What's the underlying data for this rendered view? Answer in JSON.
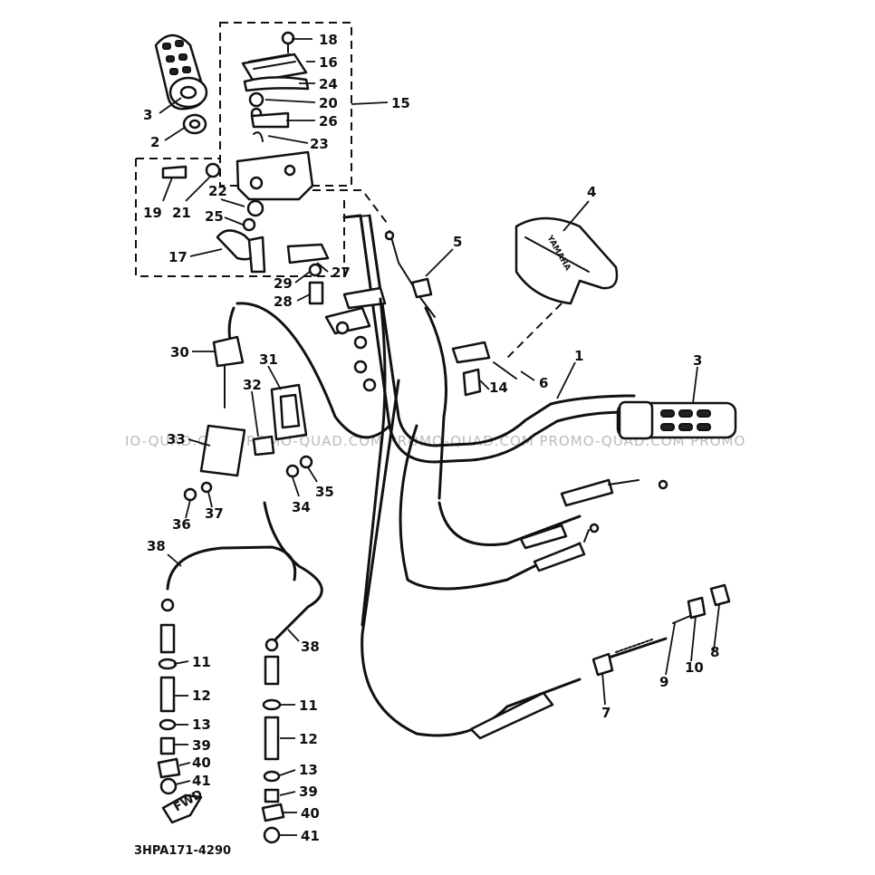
{
  "diagram": {
    "code": "3HPA171-4290",
    "watermark": "IO-QUAD.COM   PROMO-QUAD.COM   PROMO-QUAD.COM   PROMO-QUAD.COM   PROMO",
    "grip_brand": "YAMAHA",
    "fwd_label": "FWD",
    "callouts": [
      {
        "id": "c18",
        "text": "18"
      },
      {
        "id": "c16",
        "text": "16"
      },
      {
        "id": "c24",
        "text": "24"
      },
      {
        "id": "c20",
        "text": "20"
      },
      {
        "id": "c26",
        "text": "26"
      },
      {
        "id": "c23",
        "text": "23"
      },
      {
        "id": "c15",
        "text": "15"
      },
      {
        "id": "c3a",
        "text": "3"
      },
      {
        "id": "c2",
        "text": "2"
      },
      {
        "id": "c19",
        "text": "19"
      },
      {
        "id": "c21",
        "text": "21"
      },
      {
        "id": "c22",
        "text": "22"
      },
      {
        "id": "c25",
        "text": "25"
      },
      {
        "id": "c17",
        "text": "17"
      },
      {
        "id": "c29",
        "text": "29"
      },
      {
        "id": "c27",
        "text": "27"
      },
      {
        "id": "c28",
        "text": "28"
      },
      {
        "id": "c4",
        "text": "4"
      },
      {
        "id": "c5",
        "text": "5"
      },
      {
        "id": "c30",
        "text": "30"
      },
      {
        "id": "c31",
        "text": "31"
      },
      {
        "id": "c32",
        "text": "32"
      },
      {
        "id": "c33",
        "text": "33"
      },
      {
        "id": "c34",
        "text": "34"
      },
      {
        "id": "c35",
        "text": "35"
      },
      {
        "id": "c36",
        "text": "36"
      },
      {
        "id": "c37",
        "text": "37"
      },
      {
        "id": "c1",
        "text": "1"
      },
      {
        "id": "c3b",
        "text": "3"
      },
      {
        "id": "c14",
        "text": "14"
      },
      {
        "id": "c6",
        "text": "6"
      },
      {
        "id": "c38a",
        "text": "38"
      },
      {
        "id": "c38b",
        "text": "38"
      },
      {
        "id": "c11a",
        "text": "11"
      },
      {
        "id": "c12a",
        "text": "12"
      },
      {
        "id": "c13a",
        "text": "13"
      },
      {
        "id": "c39a",
        "text": "39"
      },
      {
        "id": "c40a",
        "text": "40"
      },
      {
        "id": "c41a",
        "text": "41"
      },
      {
        "id": "c11b",
        "text": "11"
      },
      {
        "id": "c12b",
        "text": "12"
      },
      {
        "id": "c13b",
        "text": "13"
      },
      {
        "id": "c39b",
        "text": "39"
      },
      {
        "id": "c40b",
        "text": "40"
      },
      {
        "id": "c41b",
        "text": "41"
      },
      {
        "id": "c9",
        "text": "9"
      },
      {
        "id": "c10",
        "text": "10"
      },
      {
        "id": "c8",
        "text": "8"
      },
      {
        "id": "c7",
        "text": "7"
      }
    ]
  }
}
